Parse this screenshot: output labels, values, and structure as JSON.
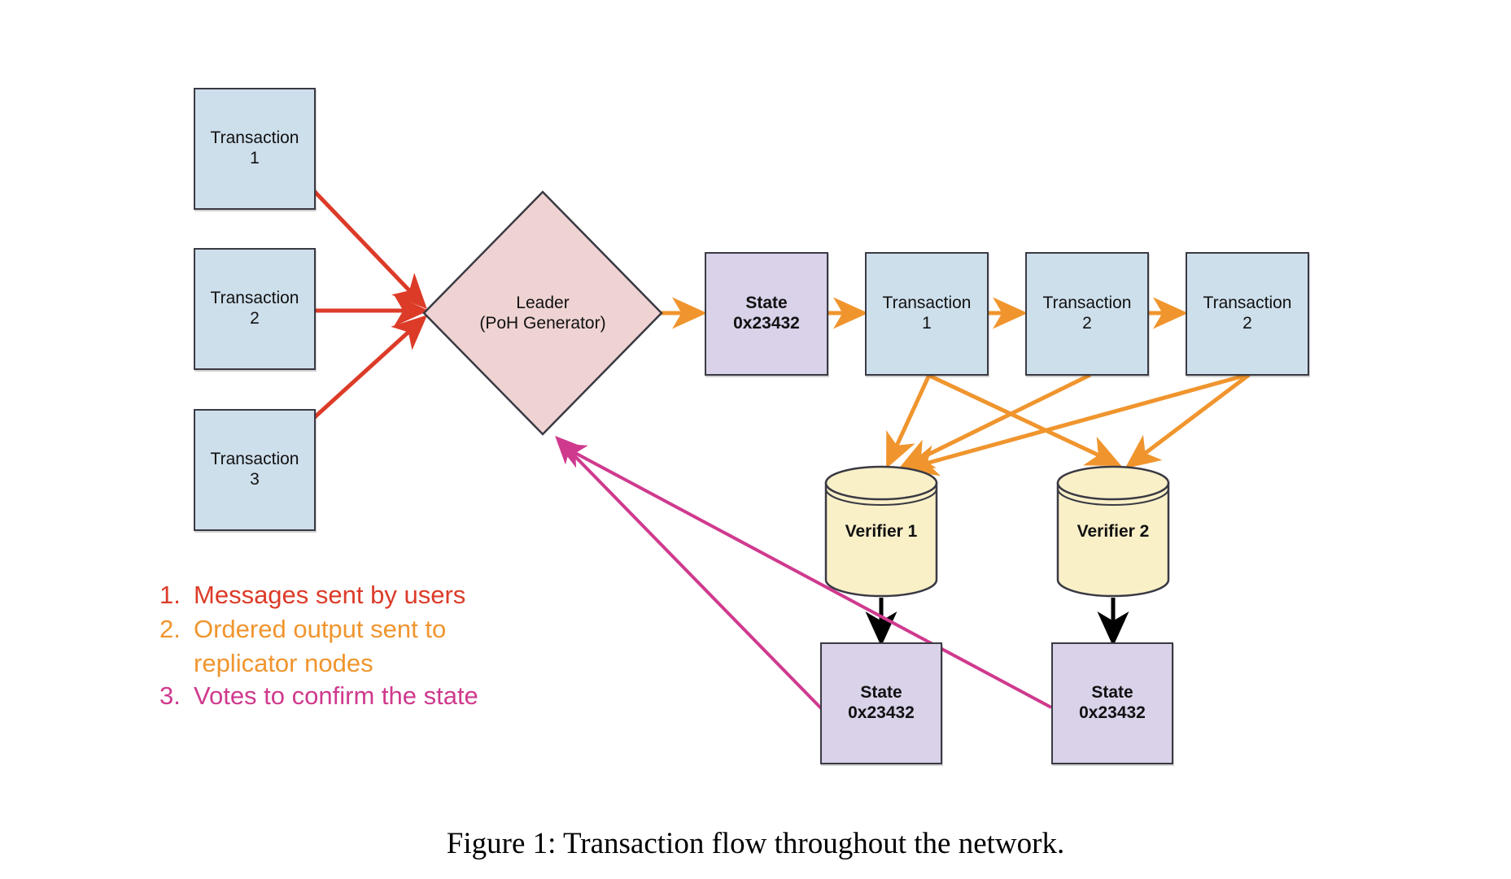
{
  "figure": {
    "caption": "Figure 1: Transaction flow throughout the network."
  },
  "colors": {
    "arrow_users": "#dc3b28",
    "arrow_ordered_output": "#f0952e",
    "arrow_votes": "#cf3a8e",
    "arrow_state_write": "#000000",
    "box_transaction_fill": "#cedfec",
    "box_state_fill": "#d9d2e9",
    "leader_fill": "#efd3d3",
    "verifier_fill": "#faf0c8",
    "stroke": "#3a3a44"
  },
  "incoming_transactions": [
    {
      "title": "Transaction",
      "number": "1"
    },
    {
      "title": "Transaction",
      "number": "2"
    },
    {
      "title": "Transaction",
      "number": "3"
    }
  ],
  "leader": {
    "line1": "Leader",
    "line2": "(PoH Generator)"
  },
  "ledger_chain": [
    {
      "kind": "state",
      "title": "State",
      "hash": "0x23432"
    },
    {
      "kind": "transaction",
      "title": "Transaction",
      "number": "1"
    },
    {
      "kind": "transaction",
      "title": "Transaction",
      "number": "2"
    },
    {
      "kind": "transaction",
      "title": "Transaction",
      "number": "2"
    }
  ],
  "verifiers": [
    {
      "label": "Verifier 1"
    },
    {
      "label": "Verifier 2"
    }
  ],
  "verifier_states": [
    {
      "title": "State",
      "hash": "0x23432"
    },
    {
      "title": "State",
      "hash": "0x23432"
    }
  ],
  "legend": [
    {
      "num": "1.",
      "text": "Messages sent by users",
      "color": "red"
    },
    {
      "num": "2.",
      "text": "Ordered output sent to",
      "continuation": "replicator nodes",
      "color": "orange"
    },
    {
      "num": "3.",
      "text": "Votes to confirm the state",
      "color": "pink"
    }
  ]
}
